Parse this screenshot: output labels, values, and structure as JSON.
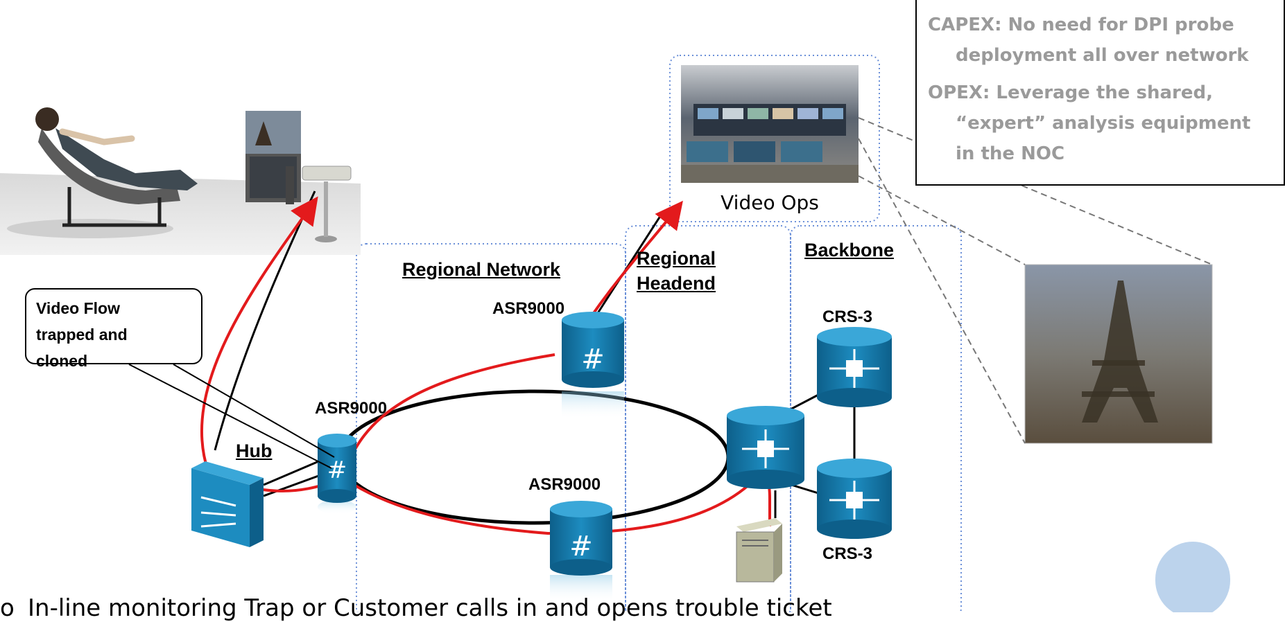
{
  "labels": {
    "regional_network": "Regional Network",
    "regional_headend_1": "Regional",
    "regional_headend_2": "Headend",
    "backbone": "Backbone",
    "hub": "Hub",
    "asr_top": "ASR9000",
    "asr_hub": "ASR9000",
    "asr_bottom": "ASR9000",
    "crs_top": "CRS-3",
    "crs_bottom": "CRS-3",
    "video_ops": "Video Ops"
  },
  "callout": {
    "line1": "Video Flow",
    "line2": "trapped and",
    "line3": "cloned"
  },
  "notes": {
    "capex_line1": "CAPEX: No need for DPI probe",
    "capex_line2": "deployment all over network",
    "opex_line1": "OPEX: Leverage the shared,",
    "opex_line2": "“expert” analysis equipment",
    "opex_line3": "in the NOC"
  },
  "bullet": {
    "marker": "o",
    "text": "In-line monitoring Trap or Customer calls in and opens trouble ticket"
  },
  "icons": {
    "router": "router-icon",
    "crs_router": "crs-router-icon",
    "switch": "switch-icon",
    "server": "server-icon"
  },
  "colors": {
    "router_blue": "#1478a8",
    "router_top": "#3aa7d8",
    "flow_red": "#e31a1c",
    "zone_border": "#6a8fd8",
    "note_text": "#9a9a9a"
  }
}
